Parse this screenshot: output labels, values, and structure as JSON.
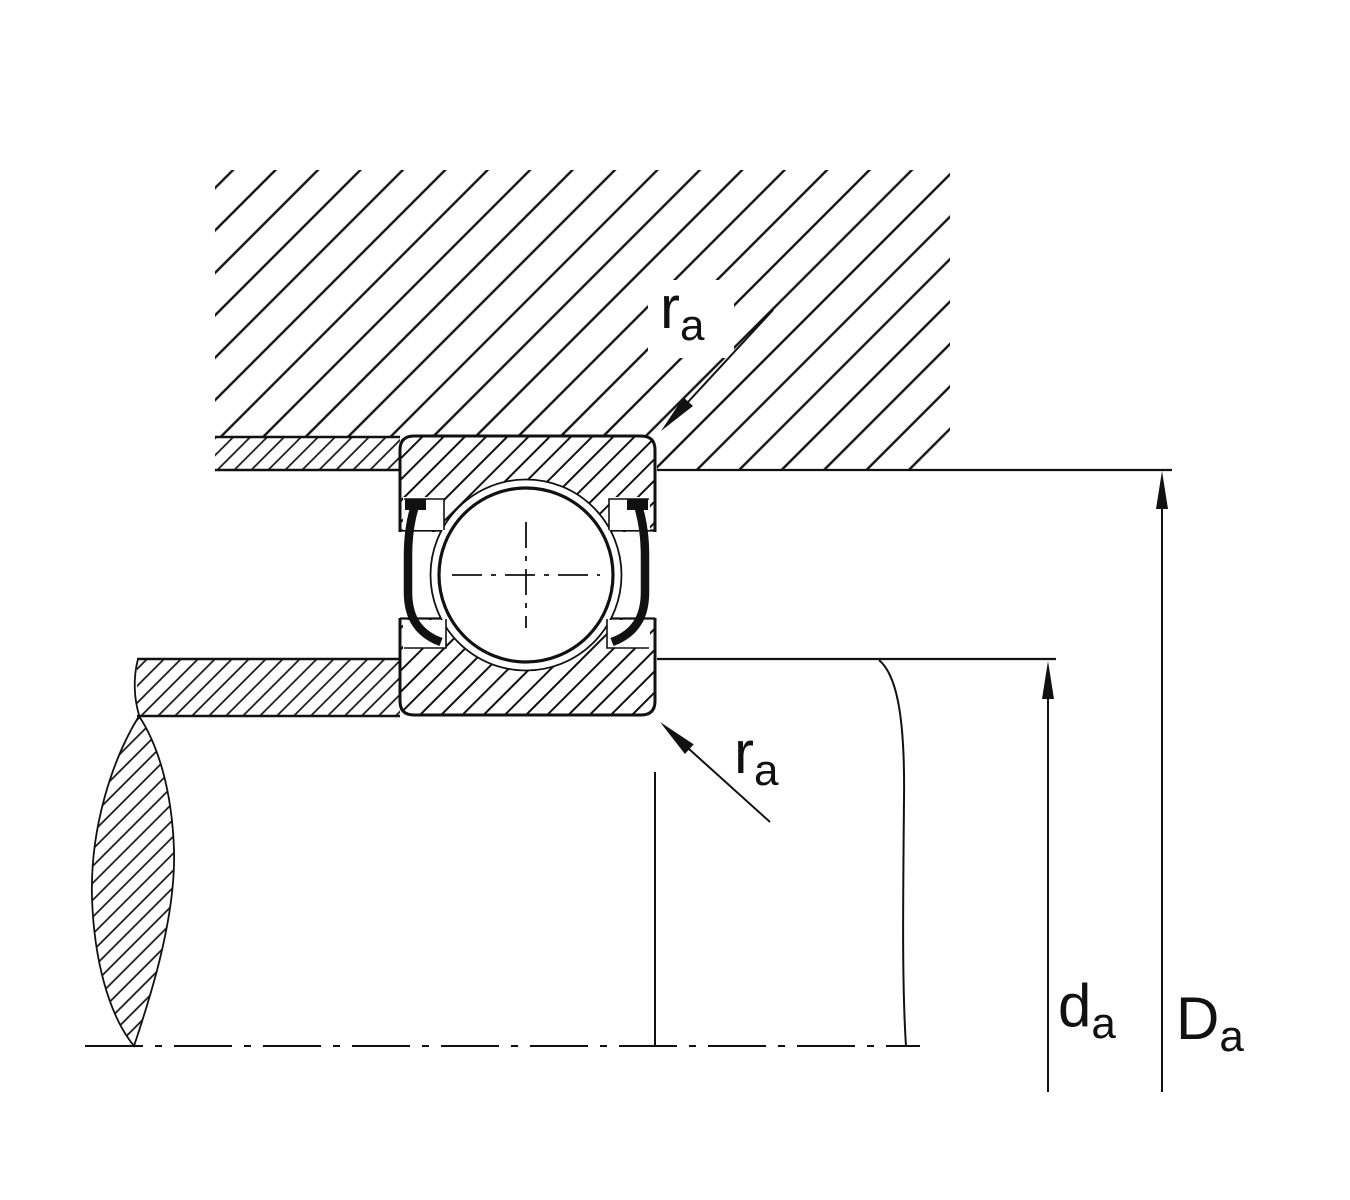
{
  "diagram": {
    "kind": "bearing-mounting-cross-section",
    "line_color": "#111111",
    "background_color": "#ffffff"
  },
  "labels": {
    "ra_top": {
      "main": "r",
      "sub": "a"
    },
    "ra_bottom": {
      "main": "r",
      "sub": "a"
    },
    "da": {
      "main": "d",
      "sub": "a"
    },
    "Da": {
      "main": "D",
      "sub": "a"
    }
  }
}
